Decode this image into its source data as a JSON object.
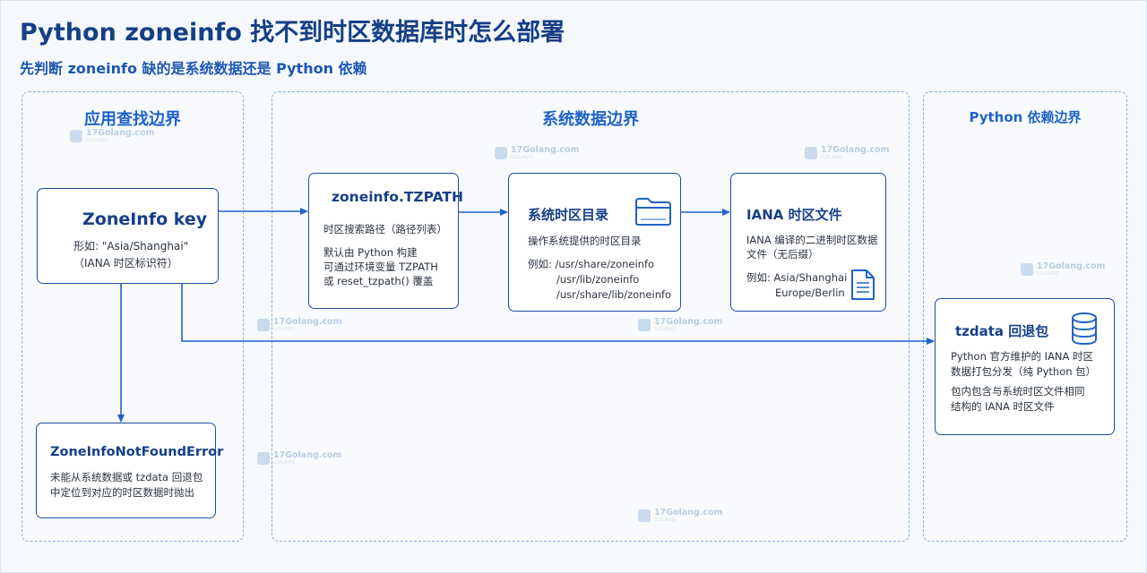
{
  "title": "Python zoneinfo 找不到时区数据库时怎么部署",
  "subtitle": "先判断 zoneinfo 缺的是系统数据还是 Python 依赖",
  "zones": {
    "app": "应用查找边界",
    "system": "系统数据边界",
    "python": "Python 依赖边界"
  },
  "nodes": {
    "zoneinfo_key": {
      "title": "ZoneInfo key",
      "lines": [
        "形如: \"Asia/Shanghai\"",
        "（IANA 时区标识符）"
      ]
    },
    "tzpath": {
      "title": "zoneinfo.TZPATH",
      "lines": [
        "时区搜索路径（路径列表）",
        "默认由 Python 构建",
        "可通过环境变量 TZPATH",
        "或 reset_tzpath() 覆盖"
      ]
    },
    "sys_dir": {
      "title": "系统时区目录",
      "lines": [
        "操作系统提供的时区目录",
        "例如: /usr/share/zoneinfo",
        "/usr/lib/zoneinfo",
        "/usr/share/lib/zoneinfo"
      ]
    },
    "iana_file": {
      "title": "IANA 时区文件",
      "lines": [
        "IANA 编译的二进制时区数据",
        "文件（无后缀）",
        "例如: Asia/Shanghai",
        "Europe/Berlin"
      ]
    },
    "tzdata": {
      "title": "tzdata 回退包",
      "lines": [
        "Python 官方维护的 IANA 时区",
        "数据打包分发（纯 Python 包）",
        "包内包含与系统时区文件相同",
        "结构的 IANA 时区文件"
      ]
    },
    "error": {
      "title": "ZoneInfoNotFoundError",
      "lines": [
        "未能从系统数据或 tzdata 回退包",
        "中定位到对应的时区数据时抛出"
      ]
    }
  },
  "watermark": {
    "text": "17Golang.com",
    "sub": "GOLANG"
  },
  "icons": [
    "folder-icon",
    "document-icon",
    "database-icon",
    "watermark-logo-icon"
  ],
  "colors": {
    "title": "#163f86",
    "accent": "#1f63c8",
    "box_border": "#1f4e9d",
    "arrow": "#1f63c8",
    "zone_border": "#84ace0"
  }
}
